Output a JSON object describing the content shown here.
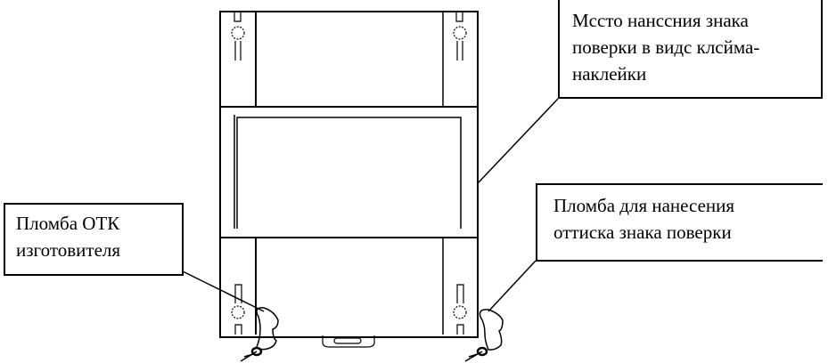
{
  "callouts": {
    "verification_mark_place": "Мссто нанссния  знака\nповерки в видс клсйма-\nнаклейки",
    "otk_seal": "Пломба ОТК\nизготовителя",
    "verification_seal": "Пломба для нанесения\nоттиска знака поверки"
  },
  "colors": {
    "line": "#000000",
    "background": "#ffffff"
  }
}
